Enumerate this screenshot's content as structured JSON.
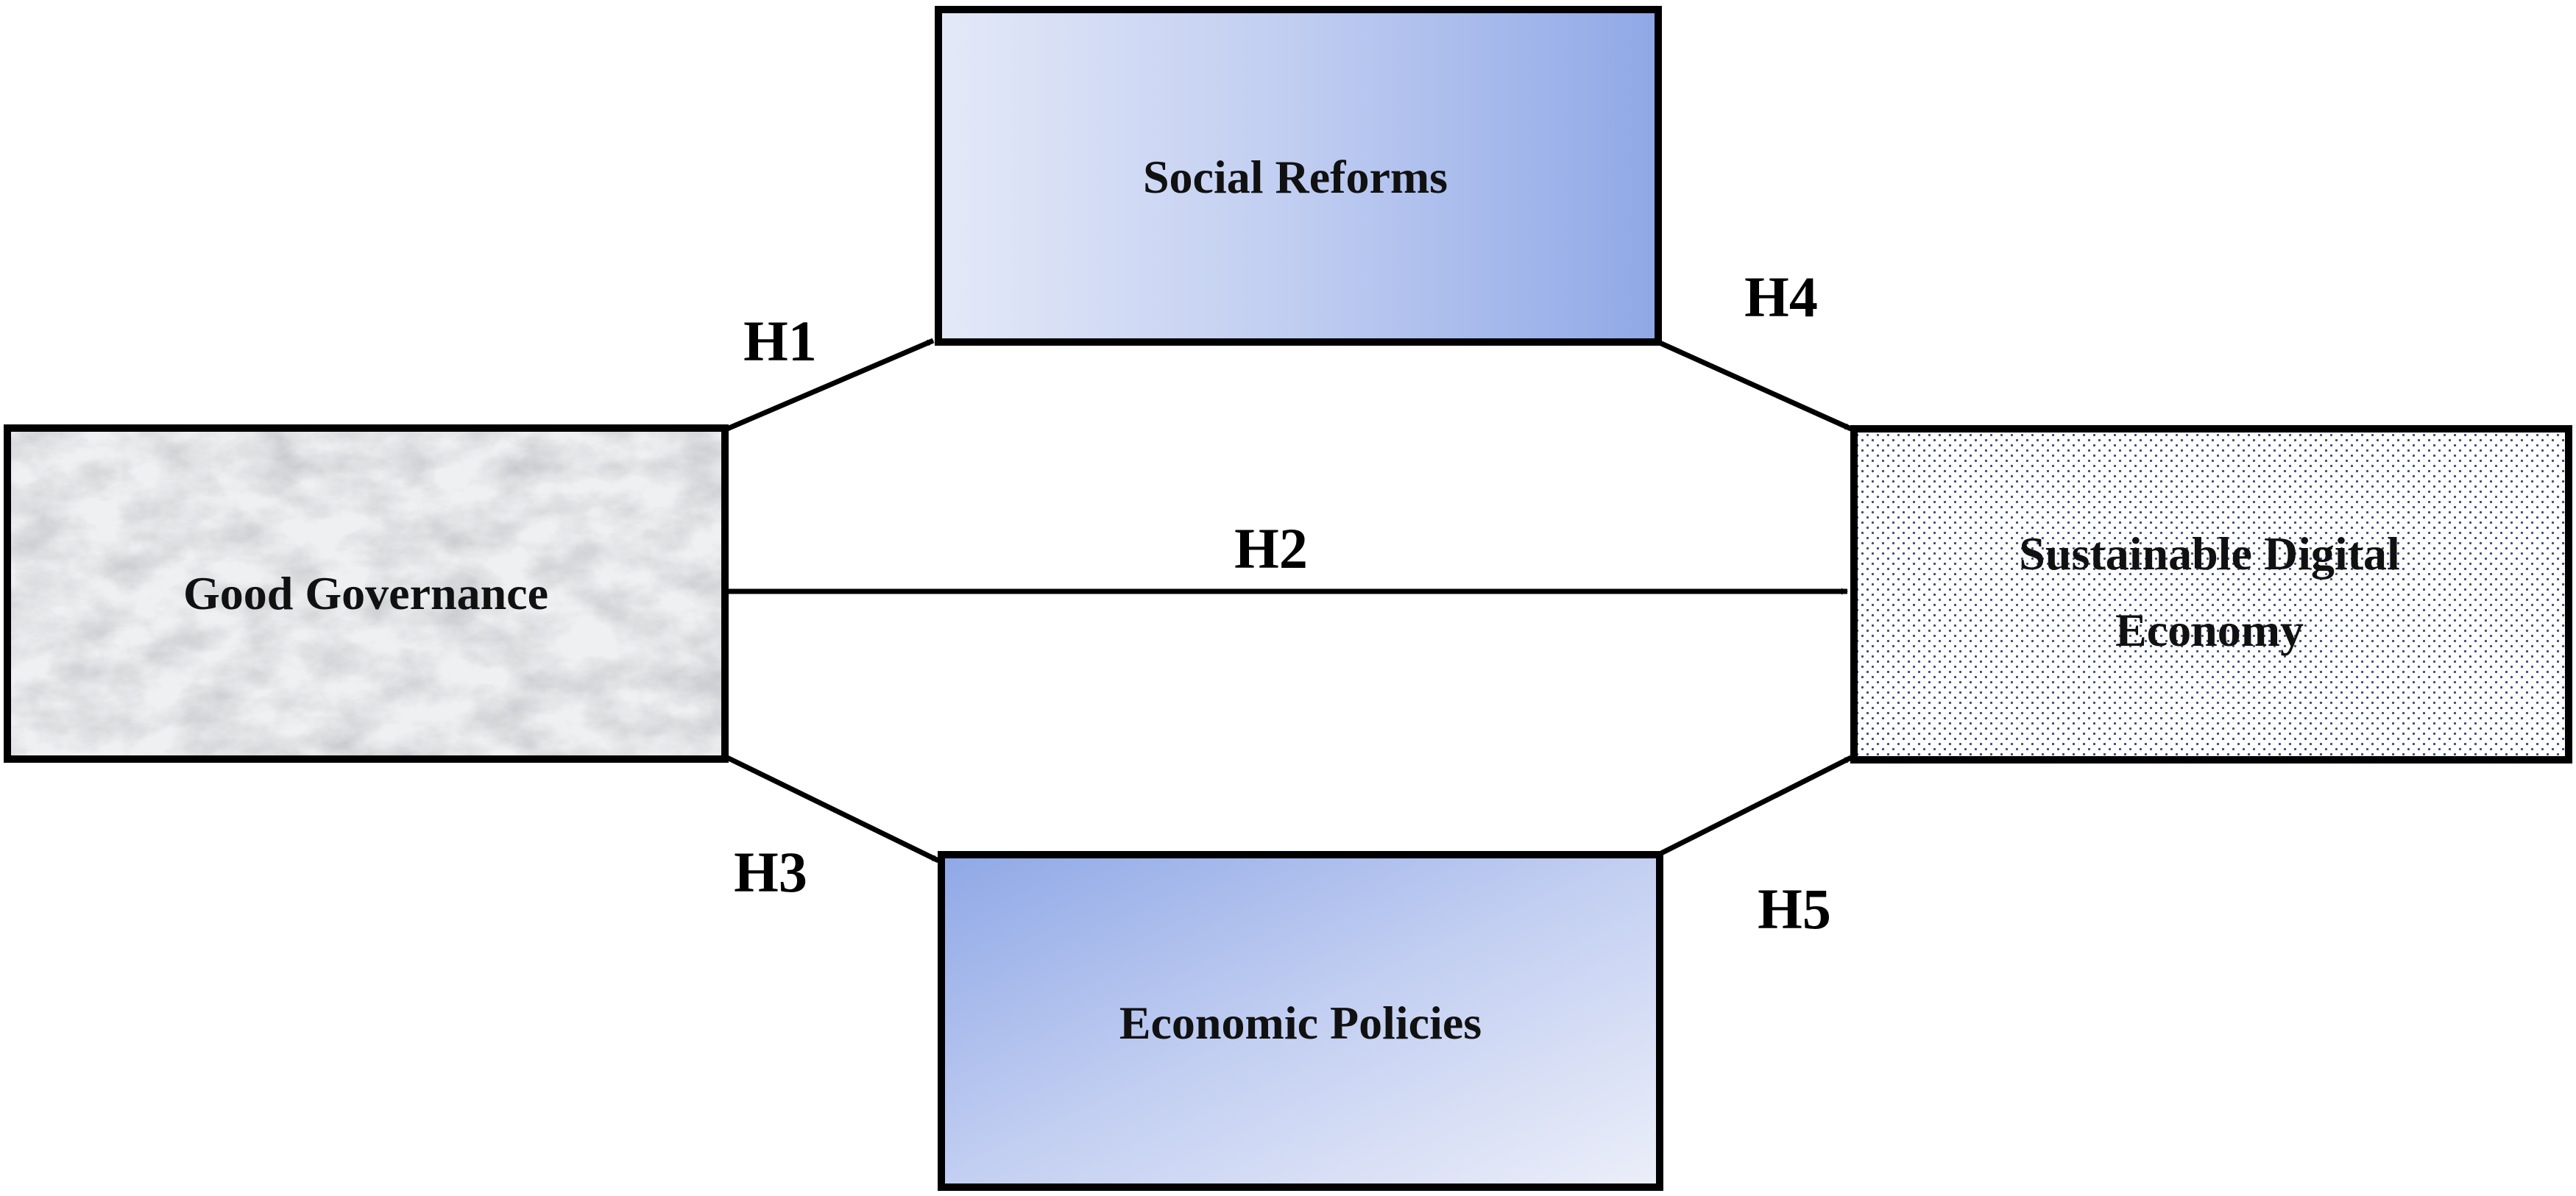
{
  "nodes": {
    "good_governance": {
      "label": "Good Governance"
    },
    "social_reforms": {
      "label": "Social Reforms"
    },
    "economic_policies": {
      "label": "Economic Policies"
    },
    "sustainable_digital_economy": {
      "label_line1": "Sustainable Digital",
      "label_line2": "Economy"
    }
  },
  "hypotheses": {
    "h1": "H1",
    "h2": "H2",
    "h3": "H3",
    "h4": "H4",
    "h5": "H5"
  },
  "colors": {
    "border": "#000000",
    "blue_light": "#e4e9f8",
    "blue_dark": "#8fa8e6",
    "dots": "#3a4a7a"
  }
}
